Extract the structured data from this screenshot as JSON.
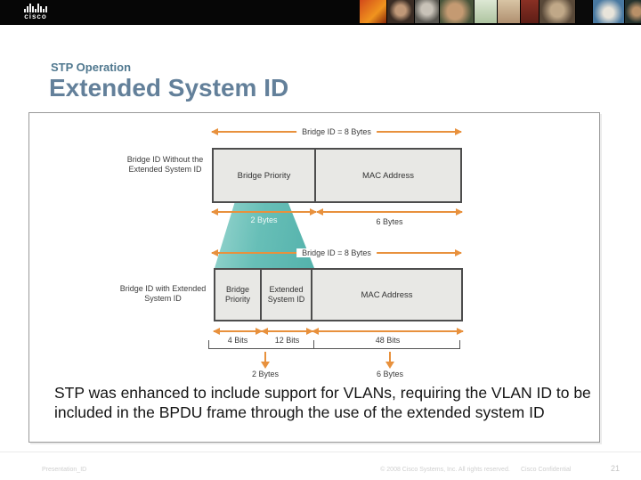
{
  "header": {
    "logo_text": "cisco"
  },
  "slide": {
    "kicker": "STP Operation",
    "title": "Extended System ID"
  },
  "diagram": {
    "top": {
      "total_arrow": "Bridge ID = 8 Bytes",
      "row_label": "Bridge ID Without the Extended System ID",
      "fields": [
        "Bridge Priority",
        "MAC Address"
      ],
      "sizes": [
        "2 Bytes",
        "6 Bytes"
      ]
    },
    "bottom": {
      "total_arrow": "Bridge ID = 8 Bytes",
      "row_label": "Bridge ID with Extended System ID",
      "fields": [
        "Bridge Priority",
        "Extended System ID",
        "MAC Address"
      ],
      "bit_sizes": [
        "4 Bits",
        "12 Bits",
        "48 Bits"
      ],
      "byte_sizes": [
        "2 Bytes",
        "6 Bytes"
      ]
    }
  },
  "body_text": "STP was enhanced to include support for VLANs, requiring the VLAN ID to be included in the BPDU frame through the use of the extended system ID",
  "footer": {
    "left": "Presentation_ID",
    "copyright": "© 2008 Cisco Systems, Inc. All rights reserved.",
    "confidential": "Cisco Confidential",
    "page": "21"
  },
  "colors": {
    "accent_orange": "#E8913D",
    "teal": "#5FBCB5",
    "title_blue": "#63809A"
  }
}
